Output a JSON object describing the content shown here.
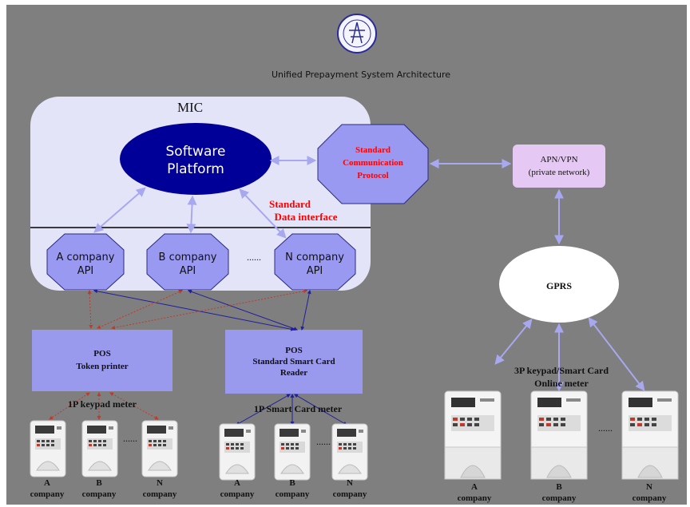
{
  "title": "Unified Prepayment System Architecture",
  "logo_text": "logo",
  "mic": {
    "label": "MIC",
    "software_platform": [
      "Software",
      "Platform"
    ],
    "standard_data_interface": [
      "Standard",
      "Data interface"
    ],
    "apis": [
      [
        "A company",
        "API"
      ],
      [
        "B company",
        "API"
      ],
      [
        "N company",
        "API"
      ]
    ],
    "api_ellipsis": "......"
  },
  "protocol": [
    "Standard",
    "Communication",
    "Protocol"
  ],
  "apn": [
    "APN/VPN",
    "(private network)"
  ],
  "gprs": "GPRS",
  "pos_token": [
    "POS",
    "Token printer"
  ],
  "pos_smart": [
    "POS",
    "Standard Smart Card",
    "Reader"
  ],
  "groups": [
    {
      "label": "1P keypad meter",
      "companies": [
        [
          "A",
          "company"
        ],
        [
          "B",
          "company"
        ],
        [
          "N",
          "company"
        ]
      ],
      "ellipsis": "......"
    },
    {
      "label": "1P Smart Card meter",
      "companies": [
        [
          "A",
          "company"
        ],
        [
          "B",
          "company"
        ],
        [
          "N",
          "company"
        ]
      ],
      "ellipsis": "......"
    },
    {
      "label": [
        "3P keypad/Smart Card",
        "Online meter"
      ],
      "companies": [
        [
          "A",
          "company"
        ],
        [
          "B",
          "company"
        ],
        [
          "N",
          "company"
        ]
      ],
      "ellipsis": "......"
    }
  ],
  "colors": {
    "background": "#7f7f7f",
    "mic_panel": "#e4e4f8",
    "software_platform": "#000099",
    "octagon": "#9999f2",
    "pos_box": "#9999ee",
    "apn_box": "#e6c8f5",
    "arrow_light": "#a8a8f0",
    "arrow_blue": "#1f1f9e",
    "arrow_red": "#c0392b",
    "red_text": "#ff0000"
  }
}
